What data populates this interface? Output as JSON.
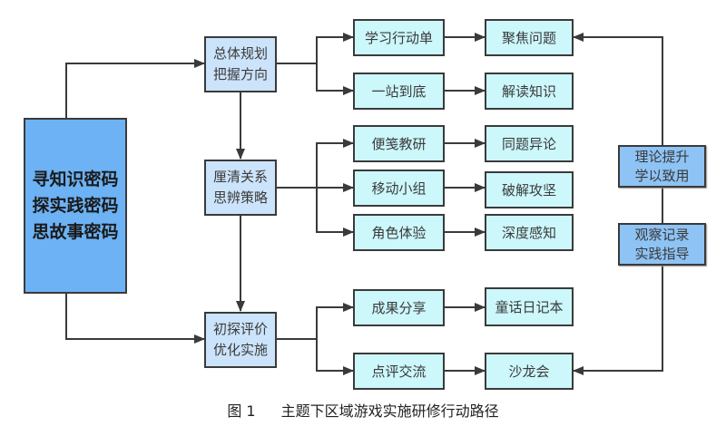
{
  "diagram": {
    "main_node": {
      "lines": "寻知识密码\n探实践密码\n思故事密码"
    },
    "stages": [
      {
        "id": "stage-1",
        "lines": "总体规划\n把握方向"
      },
      {
        "id": "stage-2",
        "lines": "厘清关系\n思辨策略"
      },
      {
        "id": "stage-3",
        "lines": "初探评价\n优化实施"
      }
    ],
    "activities": [
      {
        "label": "学习行动单",
        "stage": "stage-1"
      },
      {
        "label": "一站到底",
        "stage": "stage-1"
      },
      {
        "label": "便笺教研",
        "stage": "stage-2"
      },
      {
        "label": "移动小组",
        "stage": "stage-2"
      },
      {
        "label": "角色体验",
        "stage": "stage-2"
      },
      {
        "label": "成果分享",
        "stage": "stage-3"
      },
      {
        "label": "点评交流",
        "stage": "stage-3"
      }
    ],
    "outcomes": [
      {
        "label": "聚焦问题"
      },
      {
        "label": "解读知识"
      },
      {
        "label": "同题异论"
      },
      {
        "label": "破解攻坚"
      },
      {
        "label": "深度感知"
      },
      {
        "label": "童话日记本"
      },
      {
        "label": "沙龙会"
      }
    ],
    "feedback_nodes": [
      {
        "lines": "理论提升\n学以致用"
      },
      {
        "lines": "观察记录\n实践指导"
      }
    ],
    "edges": [
      "main→stage-1",
      "main→stage-3",
      "stage-1→stage-2",
      "stage-2→stage-3",
      "stage-1→学习行动单",
      "stage-1→一站到底",
      "stage-2→便笺教研",
      "stage-2→移动小组",
      "stage-2→角色体验",
      "stage-3→成果分享",
      "stage-3→点评交流",
      "学习行动单→聚焦问题",
      "一站到底→解读知识",
      "便笺教研→同题异论",
      "移动小组→破解攻坚",
      "角色体验→深度感知",
      "成果分享→童话日记本",
      "点评交流→沙龙会",
      "理论提升学以致用→聚焦问题",
      "观察记录实践指导→沙龙会"
    ],
    "colors": {
      "main": "#6cb2f4",
      "stage": "#cce4fb",
      "leaf": "#ccf7fb",
      "side": "#8ec3f5",
      "line": "#3a3a3a"
    }
  },
  "caption": {
    "figure_label": "图 1",
    "title": "主题下区域游戏实施研修行动路径"
  }
}
